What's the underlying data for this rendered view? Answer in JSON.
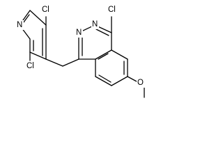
{
  "molecule": {
    "atoms": {
      "pyridine_n": "N",
      "cl_pyridine_top": "Cl",
      "cl_pyridine_bottom": "Cl",
      "phthalazine_n2": "N",
      "phthalazine_n3": "N",
      "cl_phthalazine": "Cl",
      "methoxy_o": "O"
    }
  }
}
